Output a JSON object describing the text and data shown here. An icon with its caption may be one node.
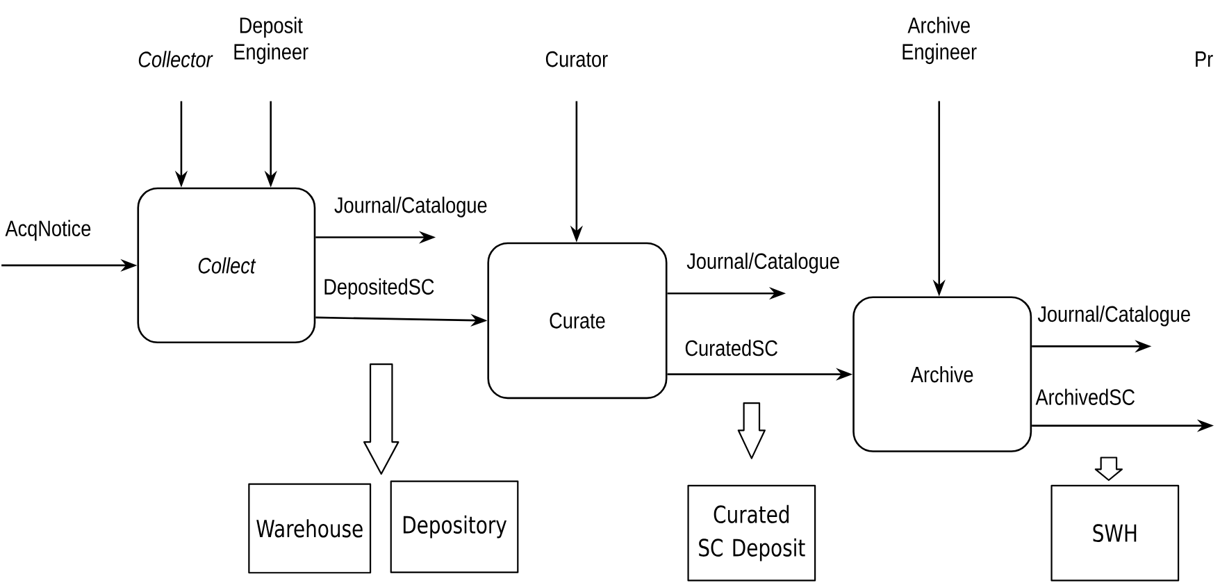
{
  "diagram": {
    "nodes": [
      {
        "text": [
          "AcqNotice"
        ]
      },
      {
        "text": [
          "Collector"
        ]
      },
      {
        "text": [
          "Deposit Engineer"
        ]
      },
      {
        "text": [
          "Collect"
        ]
      },
      {
        "text": [
          "Curator"
        ]
      },
      {
        "text": [
          "Curate"
        ]
      },
      {
        "text": [
          "Archive Engineer"
        ]
      },
      {
        "text": [
          "Archive"
        ]
      },
      {
        "text": [
          "Warehouse"
        ]
      },
      {
        "text": [
          "Depository"
        ]
      },
      {
        "text": [
          "Curated SC Deposit"
        ]
      },
      {
        "text": [
          "SWH"
        ]
      }
    ],
    "edges": [
      {
        "from": 0,
        "to": 3,
        "arrow": "to"
      },
      {
        "from": 1,
        "to": 3,
        "arrow": "to"
      },
      {
        "from": 2,
        "to": 3,
        "arrow": "to"
      },
      {
        "from": 3,
        "to": null,
        "arrow": "to",
        "label": "Journal/Catalogue"
      },
      {
        "from": 3,
        "to": 5,
        "arrow": "to",
        "label": "DepositedSC"
      },
      {
        "from": 4,
        "to": 5,
        "arrow": "to"
      },
      {
        "from": 5,
        "to": null,
        "arrow": "to",
        "label": "Journal/Catalogue"
      },
      {
        "from": 5,
        "to": 7,
        "arrow": "to",
        "label": "CuratedSC"
      },
      {
        "from": 6,
        "to": 7,
        "arrow": "to"
      },
      {
        "from": 7,
        "to": null,
        "arrow": "to",
        "label": "Journal/Catalogue"
      },
      {
        "from": 7,
        "to": null,
        "arrow": "to",
        "label": "ArchivedSC"
      },
      {
        "from": null,
        "to": 8,
        "arrow": "to"
      },
      {
        "from": null,
        "to": 9,
        "arrow": "to"
      },
      {
        "from": null,
        "to": 10,
        "arrow": "to"
      },
      {
        "from": null,
        "to": 11,
        "arrow": "to"
      }
    ],
    "labels": [
      "Pr"
    ]
  }
}
